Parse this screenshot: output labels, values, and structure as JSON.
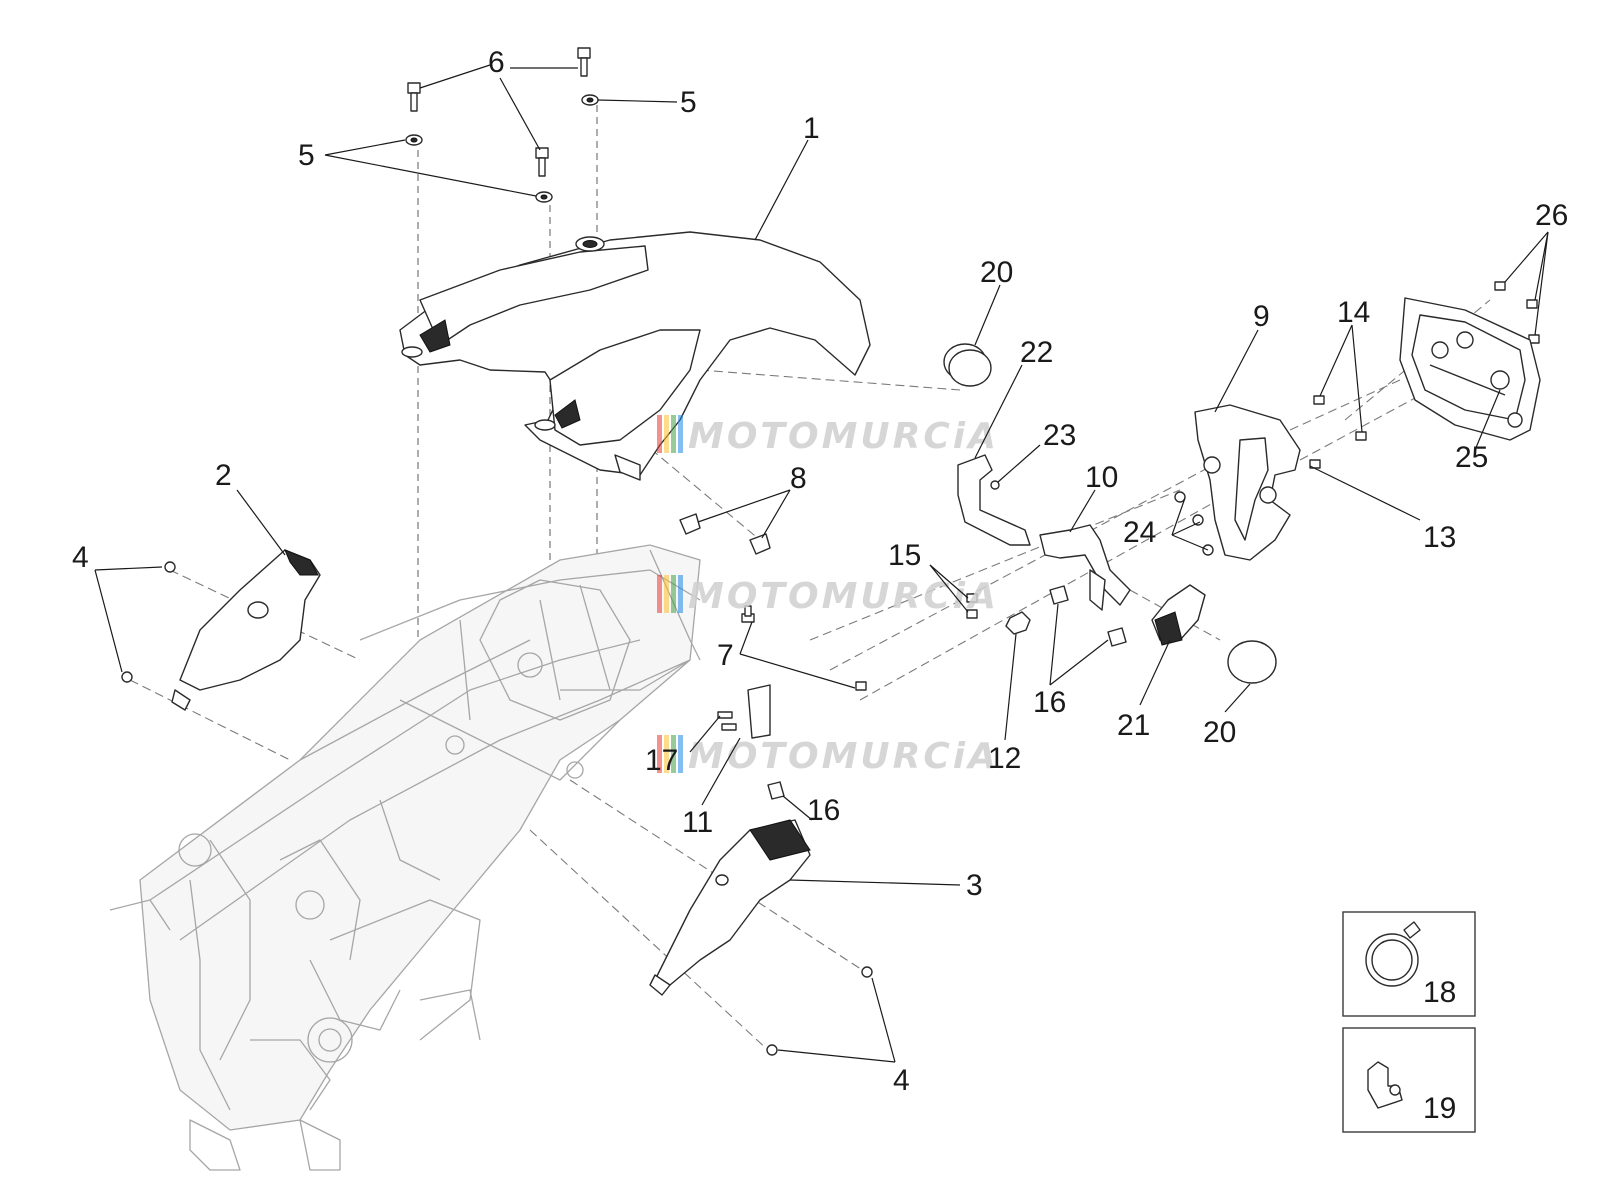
{
  "watermark": {
    "text": "MOTOMURCiA",
    "stripe_colors": [
      "#e53935",
      "#fbc02d",
      "#43a047",
      "#1e88e5"
    ]
  },
  "callouts": [
    {
      "id": "c1",
      "label": "1"
    },
    {
      "id": "c2",
      "label": "2"
    },
    {
      "id": "c3",
      "label": "3"
    },
    {
      "id": "c4a",
      "label": "4"
    },
    {
      "id": "c4b",
      "label": "4"
    },
    {
      "id": "c5a",
      "label": "5"
    },
    {
      "id": "c5b",
      "label": "5"
    },
    {
      "id": "c6",
      "label": "6"
    },
    {
      "id": "c7",
      "label": "7"
    },
    {
      "id": "c8",
      "label": "8"
    },
    {
      "id": "c9",
      "label": "9"
    },
    {
      "id": "c10",
      "label": "10"
    },
    {
      "id": "c11",
      "label": "11"
    },
    {
      "id": "c12",
      "label": "12"
    },
    {
      "id": "c13",
      "label": "13"
    },
    {
      "id": "c14",
      "label": "14"
    },
    {
      "id": "c15",
      "label": "15"
    },
    {
      "id": "c16a",
      "label": "16"
    },
    {
      "id": "c16b",
      "label": "16"
    },
    {
      "id": "c17",
      "label": "17"
    },
    {
      "id": "c18",
      "label": "18"
    },
    {
      "id": "c19",
      "label": "19"
    },
    {
      "id": "c20a",
      "label": "20"
    },
    {
      "id": "c20b",
      "label": "20"
    },
    {
      "id": "c21",
      "label": "21"
    },
    {
      "id": "c22",
      "label": "22"
    },
    {
      "id": "c23",
      "label": "23"
    },
    {
      "id": "c24",
      "label": "24"
    },
    {
      "id": "c25",
      "label": "25"
    },
    {
      "id": "c26",
      "label": "26"
    }
  ]
}
